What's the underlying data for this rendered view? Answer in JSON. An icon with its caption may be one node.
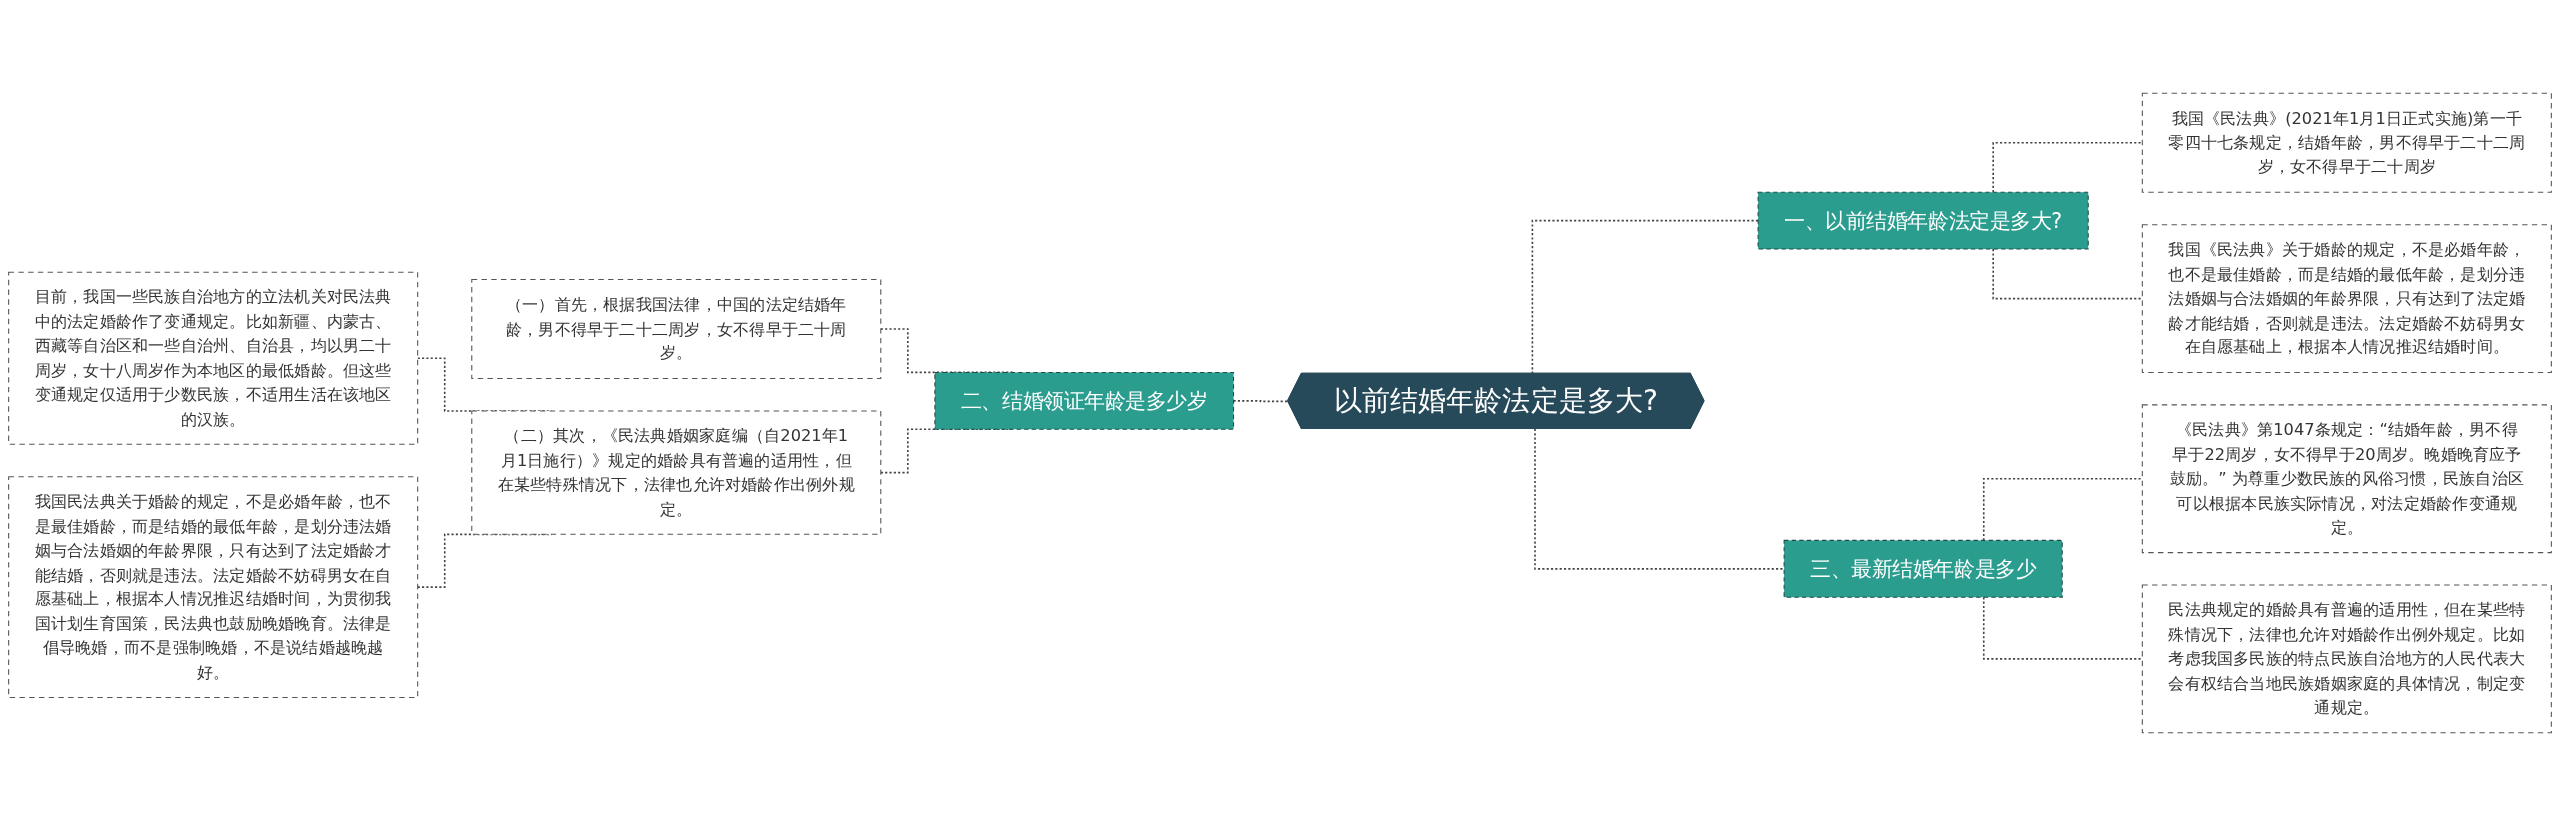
{
  "diagram": {
    "nodes": [
      {
        "text": [
          "以前结婚年龄法定是多大?"
        ]
      },
      {
        "text": [
          "一、以前结婚年龄法定是多大?"
        ]
      },
      {
        "text": [
          "我国《民法典》(2021年1月1日正式实施)第一千零四十七条规定，结婚年龄，男不得早于二十二周岁，女不得早于二十周岁"
        ]
      },
      {
        "text": [
          "我国《民法典》关于婚龄的规定，不是必婚年龄，也不是最佳婚龄，而是结婚的最低年龄，是划分违法婚姻与合法婚姻的年龄界限，只有达到了法定婚龄才能结婚，否则就是违法。法定婚龄不妨碍男女在自愿基础上，根据本人情况推迟结婚时间。"
        ]
      },
      {
        "text": [
          "二、结婚领证年龄是多少岁"
        ]
      },
      {
        "text": [
          "（一）首先，根据我国法律，中国的法定结婚年龄，男不得早于二十二周岁，女不得早于二十周岁。"
        ]
      },
      {
        "text": [
          "（二）其次，《民法典婚姻家庭编（自2021年1月1日施行）》规定的婚龄具有普遍的适用性，但在某些特殊情况下，法律也允许对婚龄作出例外规定。"
        ]
      },
      {
        "text": [
          "目前，我国一些民族自治地方的立法机关对民法典中的法定婚龄作了变通规定。比如新疆、内蒙古、西藏等自治区和一些自治州、自治县，均以男二十周岁，女十八周岁作为本地区的最低婚龄。但这些变通规定仅适用于少数民族，不适用生活在该地区的汉族。"
        ]
      },
      {
        "text": [
          "我国民法典关于婚龄的规定，不是必婚年龄，也不是最佳婚龄，而是结婚的最低年龄，是划分违法婚姻与合法婚姻的年龄界限，只有达到了法定婚龄才能结婚，否则就是违法。法定婚龄不妨碍男女在自愿基础上，根据本人情况推迟结婚时间，为贯彻我国计划生育国策，民法典也鼓励晚婚晚育。法律是倡导晚婚，而不是强制晚婚，不是说结婚越晚越好。"
        ]
      },
      {
        "text": [
          "三、最新结婚年龄是多少"
        ]
      },
      {
        "text": [
          "《民法典》第1047条规定：“结婚年龄，男不得早于22周岁，女不得早于20周岁。晚婚晚育应予鼓励。” 为尊重少数民族的风俗习惯，民族自治区可以根据本民族实际情况，对法定婚龄作变通规定。"
        ]
      },
      {
        "text": [
          "民法典规定的婚龄具有普遍的适用性，但在某些特殊情况下，法律也允许对婚龄作出例外规定。比如考虑我国多民族的特点民族自治地方的人民代表大会有权结合当地民族婚姻家庭的具体情况，制定变通规定。"
        ]
      }
    ],
    "edges": [
      {
        "from": 7,
        "to": 6,
        "arrow": "none",
        "style": "dashed"
      },
      {
        "from": 8,
        "to": 6,
        "arrow": "none",
        "style": "dashed"
      },
      {
        "from": 5,
        "to": 4,
        "arrow": "none",
        "style": "dashed"
      },
      {
        "from": 6,
        "to": 4,
        "arrow": "none",
        "style": "dashed"
      },
      {
        "from": 4,
        "to": 0,
        "arrow": "none",
        "style": "dashed"
      },
      {
        "from": 0,
        "to": 1,
        "arrow": "none",
        "style": "dashed"
      },
      {
        "from": 0,
        "to": 9,
        "arrow": "none",
        "style": "dashed"
      },
      {
        "from": 1,
        "to": 2,
        "arrow": "none",
        "style": "dashed"
      },
      {
        "from": 1,
        "to": 3,
        "arrow": "none",
        "style": "dashed"
      },
      {
        "from": 9,
        "to": 10,
        "arrow": "none",
        "style": "dashed"
      },
      {
        "from": 9,
        "to": 11,
        "arrow": "none",
        "style": "dashed"
      }
    ]
  }
}
